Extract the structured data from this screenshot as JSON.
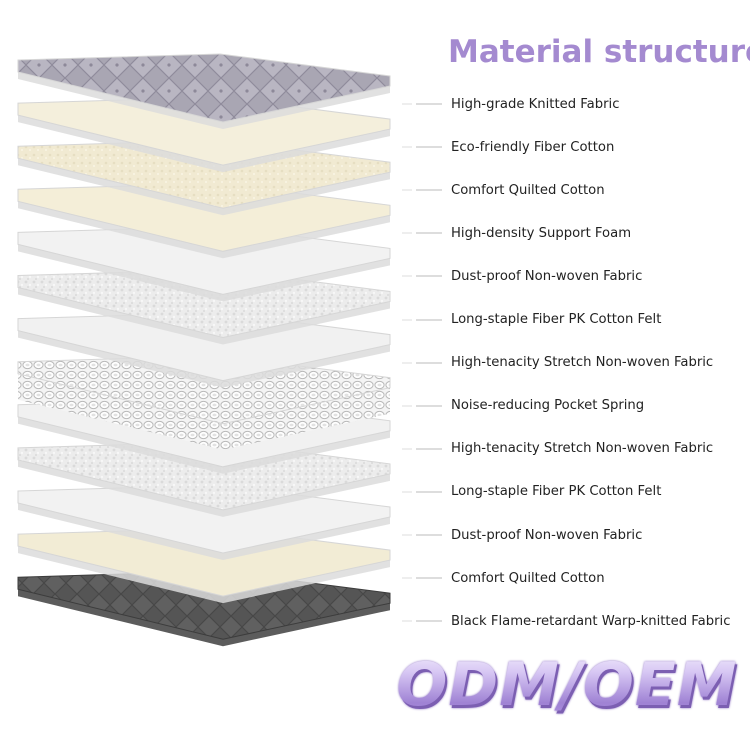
{
  "title": "Material structure",
  "badge": "ODM/OEM",
  "layers": [
    {
      "label": "High-grade Knitted Fabric",
      "material": "quilted-diamond",
      "color": "#a6a2b0"
    },
    {
      "label": "Eco-friendly Fiber Cotton",
      "material": "smooth",
      "color": "#f4efdc"
    },
    {
      "label": "Comfort Quilted Cotton",
      "material": "textured",
      "color": "#f1ead2"
    },
    {
      "label": "High-density Support Foam",
      "material": "smooth",
      "color": "#f4eed8"
    },
    {
      "label": "Dust-proof Non-woven Fabric",
      "material": "smooth",
      "color": "#f2f2f2"
    },
    {
      "label": "Long-staple Fiber PK Cotton Felt",
      "material": "textured",
      "color": "#e9e9e9"
    },
    {
      "label": "High-tenacity Stretch Non-woven Fabric",
      "material": "smooth",
      "color": "#f1f1f1"
    },
    {
      "label": "Noise-reducing Pocket Spring",
      "material": "springs",
      "color": "#f6f6f6"
    },
    {
      "label": "High-tenacity Stretch Non-woven Fabric",
      "material": "smooth",
      "color": "#f1f1f1"
    },
    {
      "label": "Long-staple Fiber PK Cotton Felt",
      "material": "textured",
      "color": "#e9e9e9"
    },
    {
      "label": "Dust-proof Non-woven Fabric",
      "material": "smooth",
      "color": "#f2f2f2"
    },
    {
      "label": "Comfort Quilted Cotton",
      "material": "smooth",
      "color": "#f2ecd5"
    },
    {
      "label": "Black Flame-retardant Warp-knitted Fabric",
      "material": "dark-quilted",
      "color": "#5a5a5a"
    }
  ]
}
